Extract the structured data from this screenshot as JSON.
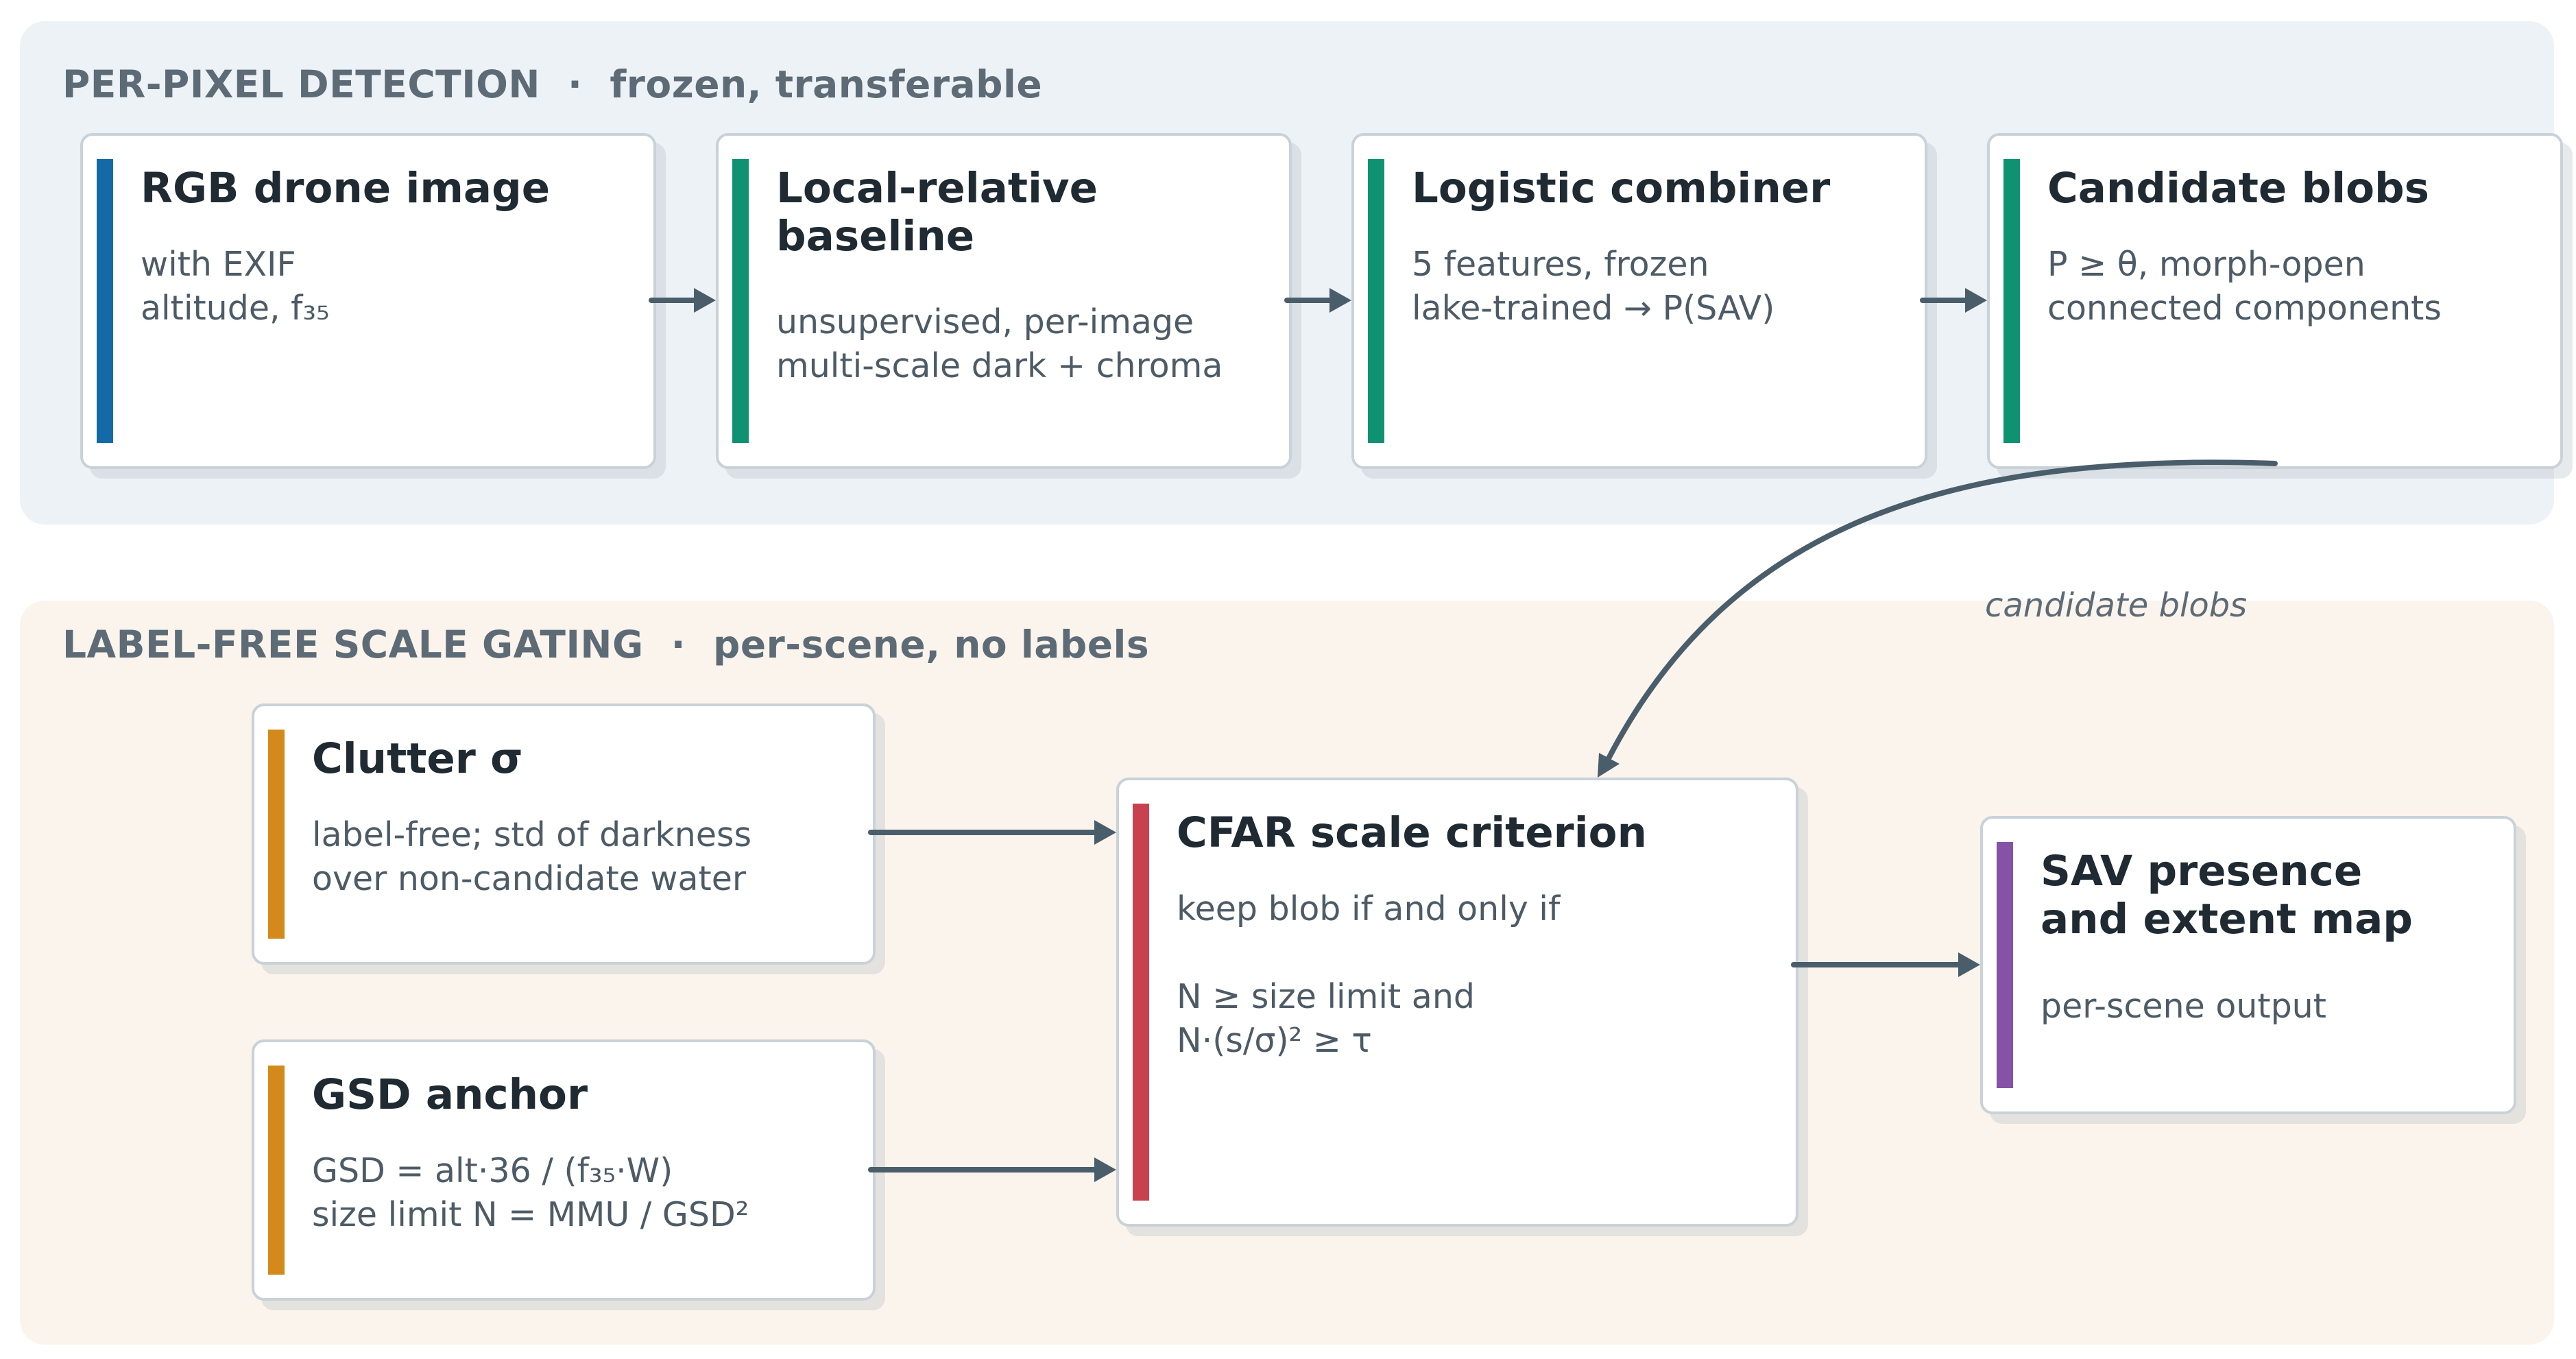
{
  "colors": {
    "input_blue": "#136aa6",
    "process_green": "#0e9272",
    "gate_orange": "#d48a1a",
    "criterion_red": "#c9414f",
    "output_purple": "#8552a6",
    "arrow": "#4a5d6a",
    "panel_top_bg": "#edf2f6",
    "panel_bottom_bg": "#fbf4ec"
  },
  "panels": {
    "detection": {
      "title": "PER-PIXEL DETECTION",
      "separator": "·",
      "subtitle": "frozen, transferable"
    },
    "gating": {
      "title": "LABEL-FREE SCALE GATING",
      "separator": "·",
      "subtitle": "per-scene, no labels"
    }
  },
  "nodes": {
    "rgb": {
      "title": "RGB drone image",
      "body": "with EXIF\naltitude, f₃₅"
    },
    "baseline": {
      "title": "Local-relative\nbaseline",
      "body": "unsupervised, per-image\nmulti-scale dark + chroma"
    },
    "logistic": {
      "title": "Logistic combiner",
      "body": "5 features, frozen\nlake-trained → P(SAV)"
    },
    "blobs": {
      "title": "Candidate blobs",
      "body": "P ≥ θ, morph-open\nconnected components"
    },
    "clutter": {
      "title": "Clutter σ",
      "body": "label-free; std of darkness\nover non-candidate water"
    },
    "gsd": {
      "title": "GSD anchor",
      "body": "GSD = alt·36 / (f₃₅·W)\nsize limit N = MMU / GSD²"
    },
    "cfar": {
      "title": "CFAR scale criterion",
      "body": "keep blob if and only if\n\nN ≥ size limit    and\nN·(s/σ)² ≥ τ"
    },
    "output": {
      "title": "SAV presence\nand extent map",
      "body": "per-scene output"
    }
  },
  "edges": {
    "blobs_to_cfar_label": "candidate blobs"
  }
}
